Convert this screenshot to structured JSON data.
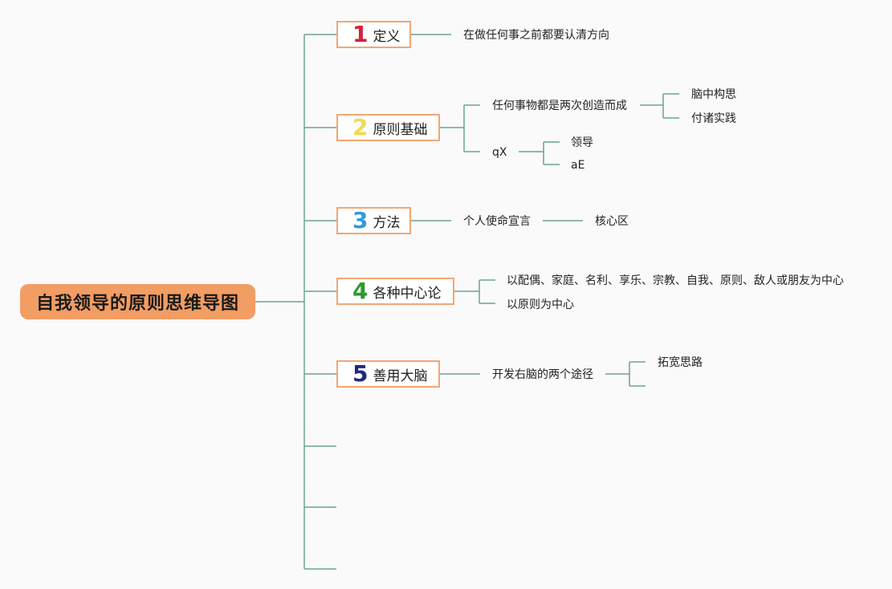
{
  "root": {
    "title": "自我领导的原则思维导图"
  },
  "colors": {
    "line": "#6aa58b",
    "root_bg": "#f29d63",
    "branch_border": "#f2a674"
  },
  "branches": [
    {
      "number": "1",
      "label": "定义",
      "number_color": "#d6203a"
    },
    {
      "number": "2",
      "label": "原则基础",
      "number_color": "#f4d94f"
    },
    {
      "number": "3",
      "label": "方法",
      "number_color": "#2f9be0"
    },
    {
      "number": "4",
      "label": "各种中心论",
      "number_color": "#2e9a2e"
    },
    {
      "number": "5",
      "label": "善用大脑",
      "number_color": "#1f2a7a"
    }
  ],
  "nodes": {
    "def_1": "在做任何事之前都要认清方向",
    "basis_1": "任何事物都是两次创造而成",
    "basis_1_1": "脑中构思",
    "basis_1_2": "付诸实践",
    "basis_2": "qX",
    "basis_2_1": "领导",
    "basis_2_2": "aE",
    "method_1": "个人使命宣言",
    "method_1_1": "核心区",
    "center_1": "以配偶、家庭、名利、享乐、宗教、自我、原则、敌人或朋友为中心",
    "center_2": "以原则为中心",
    "brain_1": "开发右脑的两个途径",
    "brain_1_1": "拓宽思路",
    "brain_1_2": ""
  }
}
